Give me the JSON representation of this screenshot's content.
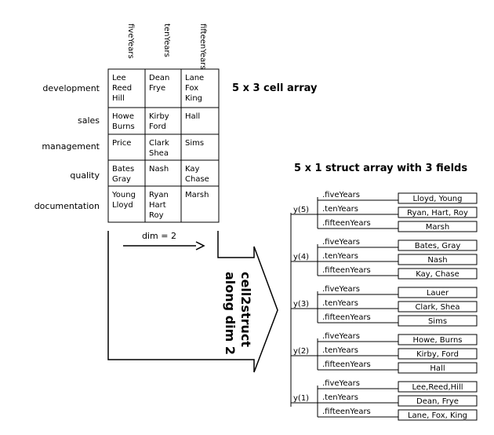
{
  "column_headers": [
    "fiveYears",
    "tenYears",
    "fifteenYears"
  ],
  "row_labels": [
    "development",
    "sales",
    "management",
    "quality",
    "documentation"
  ],
  "cells": [
    [
      [
        "Lee",
        "Reed",
        "Hill"
      ],
      [
        "Dean",
        "Frye"
      ],
      [
        "Lane",
        "Fox",
        "King"
      ]
    ],
    [
      [
        "Howe",
        "Burns"
      ],
      [
        "Kirby",
        "Ford"
      ],
      [
        "Hall"
      ]
    ],
    [
      [
        "Price"
      ],
      [
        "Clark",
        "Shea"
      ],
      [
        "Sims"
      ]
    ],
    [
      [
        "Bates",
        "Gray"
      ],
      [
        "Nash"
      ],
      [
        "Kay",
        "Chase"
      ]
    ],
    [
      [
        "Young",
        "Lloyd"
      ],
      [
        "Ryan",
        "Hart",
        "Roy"
      ],
      [
        "Marsh"
      ]
    ]
  ],
  "cell_array_label": "5 x 3 cell array",
  "dim_label": "dim = 2",
  "arrow_label_lines": [
    "cell2struct",
    "along dim 2"
  ],
  "struct_title": "5 x 1 struct array with 3 fields",
  "fields": [
    ".fiveYears",
    ".tenYears",
    ".fifteenYears"
  ],
  "struct_elements": [
    {
      "label": "y(5)",
      "values": [
        "Lloyd, Young",
        "Ryan, Hart, Roy",
        "Marsh"
      ]
    },
    {
      "label": "y(4)",
      "values": [
        "Bates, Gray",
        "Nash",
        "Kay, Chase"
      ]
    },
    {
      "label": "y(3)",
      "values": [
        "Lauer",
        "Clark, Shea",
        "Sims"
      ]
    },
    {
      "label": "y(2)",
      "values": [
        "Howe, Burns",
        "Kirby, Ford",
        "Hall"
      ]
    },
    {
      "label": "y(1)",
      "values": [
        "Lee,Reed,Hill",
        "Dean, Frye",
        "Lane, Fox, King"
      ]
    }
  ]
}
